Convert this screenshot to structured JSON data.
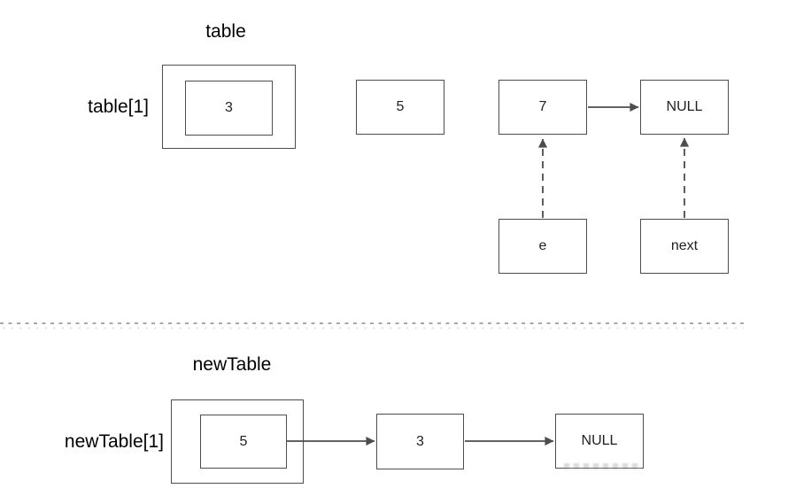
{
  "colors": {
    "stroke": "#4d4d4d",
    "label_text": "#000000",
    "node_text": "#212121",
    "divider": "#8c8c8c",
    "divider_faint": "#dedede"
  },
  "table_section": {
    "title": "table",
    "index_label": "table[1]",
    "bucket_value": "3",
    "node_5": "5",
    "node_7": "7",
    "node_null": "NULL",
    "pointer_e": "e",
    "pointer_next": "next"
  },
  "new_table_section": {
    "title": "newTable",
    "index_label": "newTable[1]",
    "bucket_value": "5",
    "node_3": "3",
    "node_null": "NULL"
  }
}
